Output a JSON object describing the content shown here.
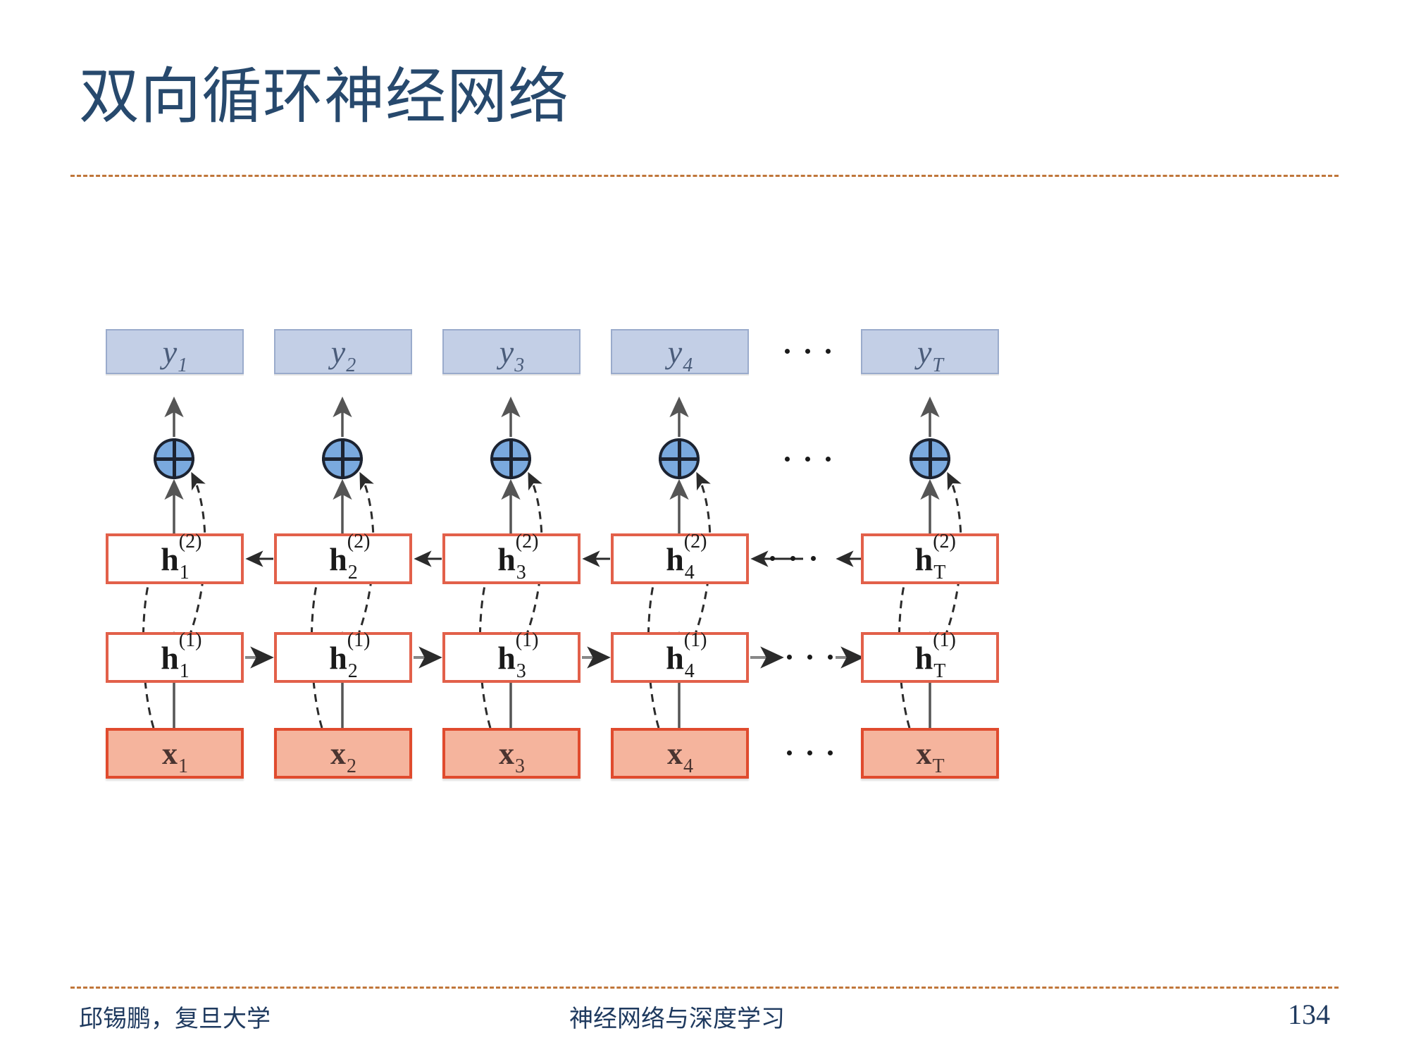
{
  "slide": {
    "title": "双向循环神经网络",
    "title_color": "#27496d",
    "divider_color": "#c0763a",
    "background": "#ffffff"
  },
  "footer": {
    "author": "邱锡鹏，复旦大学",
    "center": "神经网络与深度学习",
    "page_number": "134"
  },
  "diagram": {
    "type": "bidirectional-rnn-architecture",
    "colors": {
      "output_fill": "#c3cfe6",
      "output_border": "#9aabcc",
      "hidden_fill": "#ffffff",
      "hidden_border": "#e2604a",
      "input_fill": "#f5b49d",
      "input_border": "#e04b2e",
      "sum_fill": "#7aa9de",
      "sum_border": "#1c2331",
      "arrow": "#333333"
    },
    "rows": {
      "output_label": "y",
      "hidden2_label": "h",
      "hidden2_sup": "(2)",
      "hidden1_label": "h",
      "hidden1_sup": "(1)",
      "input_label": "x"
    },
    "timesteps": [
      {
        "index": "1",
        "y": "y",
        "y_sub": "1",
        "h2": "h",
        "h2_sub": "1",
        "h2_sup": "(2)",
        "h1": "h",
        "h1_sub": "1",
        "h1_sup": "(1)",
        "x": "x",
        "x_sub": "1"
      },
      {
        "index": "2",
        "y": "y",
        "y_sub": "2",
        "h2": "h",
        "h2_sub": "2",
        "h2_sup": "(2)",
        "h1": "h",
        "h1_sub": "2",
        "h1_sup": "(1)",
        "x": "x",
        "x_sub": "2"
      },
      {
        "index": "3",
        "y": "y",
        "y_sub": "3",
        "h2": "h",
        "h2_sub": "3",
        "h2_sup": "(2)",
        "h1": "h",
        "h1_sub": "3",
        "h1_sup": "(1)",
        "x": "x",
        "x_sub": "3"
      },
      {
        "index": "4",
        "y": "y",
        "y_sub": "4",
        "h2": "h",
        "h2_sub": "4",
        "h2_sup": "(2)",
        "h1": "h",
        "h1_sub": "4",
        "h1_sup": "(1)",
        "x": "x",
        "x_sub": "4"
      },
      {
        "index": "T",
        "y": "y",
        "y_sub": "T",
        "h2": "h",
        "h2_sub": "T",
        "h2_sup": "(2)",
        "h1": "h",
        "h1_sub": "T",
        "h1_sup": "(1)",
        "x": "x",
        "x_sub": "T"
      }
    ],
    "sum_symbol": "plus-circle",
    "hidden2_direction": "right-to-left",
    "hidden1_direction": "left-to-right",
    "ellipsis_glyph": "···"
  }
}
